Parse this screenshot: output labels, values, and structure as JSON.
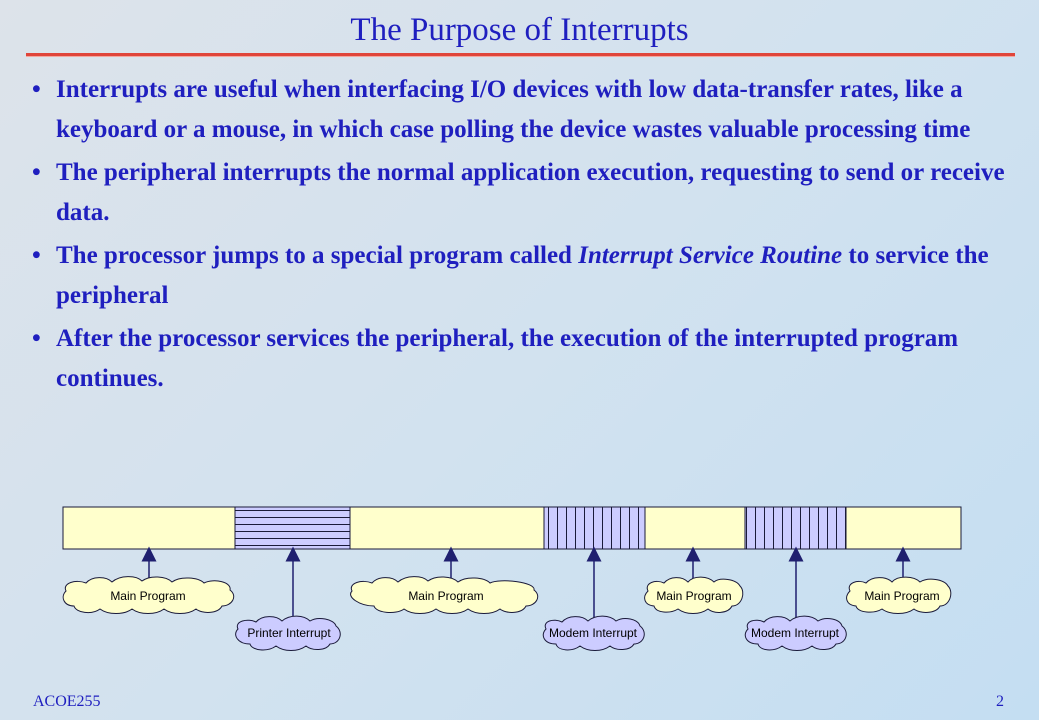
{
  "title": "The Purpose of Interrupts",
  "bullets": [
    {
      "text": "Interrupts are useful when interfacing I/O devices with low data-transfer rates, like a keyboard or a mouse, in which case polling the device wastes valuable processing time"
    },
    {
      "text": "The peripheral interrupts the normal application execution, requesting to send or receive data."
    },
    {
      "pre": "The processor jumps to a special program called ",
      "italic": "Interrupt Service Routine",
      "post": " to service the peripheral"
    },
    {
      "text": "After the processor services the peripheral, the execution of the interrupted program continues."
    }
  ],
  "diagram": {
    "labels": {
      "main1": "Main Program",
      "printer": "Printer Interrupt",
      "main2": "Main Program",
      "modem1": "Modem Interrupt",
      "main3": "Main Program",
      "modem2": "Modem Interrupt",
      "main4": "Main Program"
    },
    "colors": {
      "main_fill": "#ffffcc",
      "interrupt_fill": "#ccccff",
      "stroke": "#1a1a3a",
      "arrow": "#1f1f6f"
    }
  },
  "footer": {
    "left": "ACOE255",
    "right": "2"
  }
}
